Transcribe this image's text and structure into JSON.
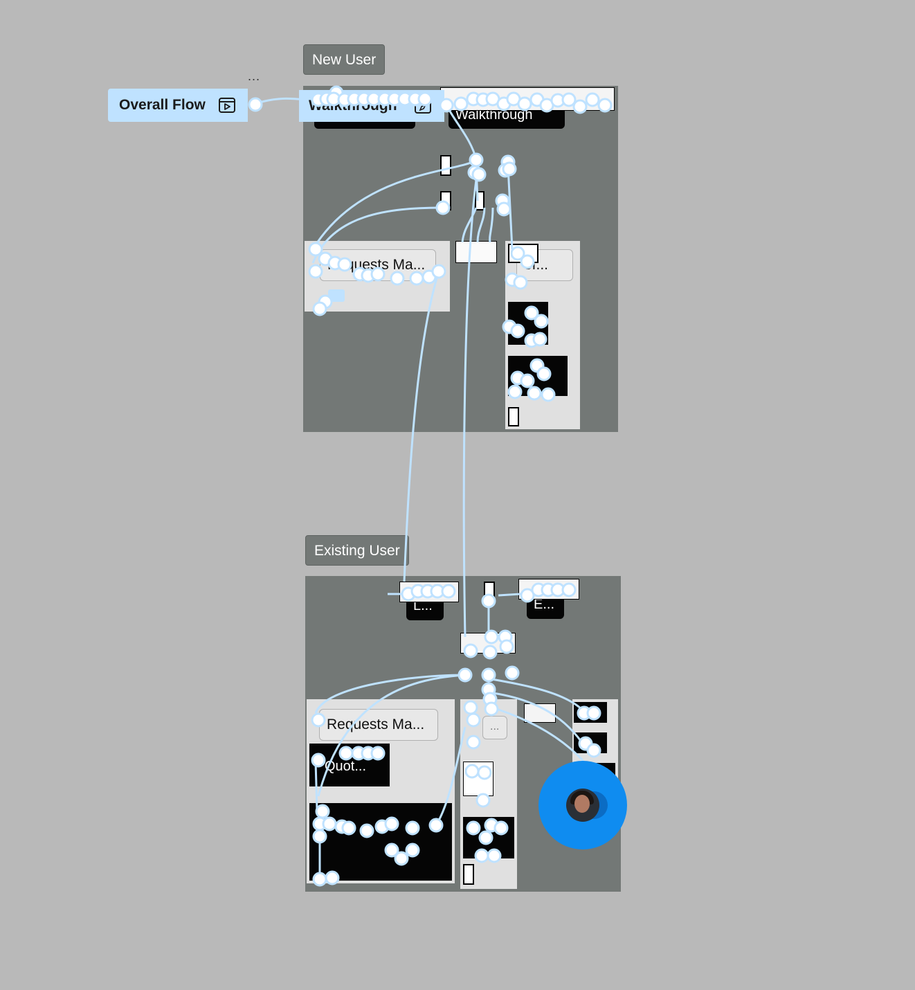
{
  "canvas": {
    "background": "#b9b9b9",
    "accent": "#bfe2ff",
    "connector_color": "#bfe2ff",
    "section_color": "#737876"
  },
  "flow_start": {
    "label": "Overall Flow",
    "icon": "play-in-window-icon",
    "menu": "..."
  },
  "sections": {
    "new_user": {
      "label": "New User",
      "flow_label": "Walkthrough",
      "flow_icon": "edit-in-window-icon",
      "walkthrough_label": "Walkthrough",
      "sub_left_label": "Requests Ma...",
      "sub_right_label": "of..."
    },
    "existing_user": {
      "label": "Existing User",
      "top_left_label": "L...",
      "top_right_label": "E...",
      "sub_left_label": "Requests Ma...",
      "quote_label": "Quot...",
      "more": "..."
    }
  },
  "collaborator": {
    "icon": "user-avatar-icon"
  }
}
